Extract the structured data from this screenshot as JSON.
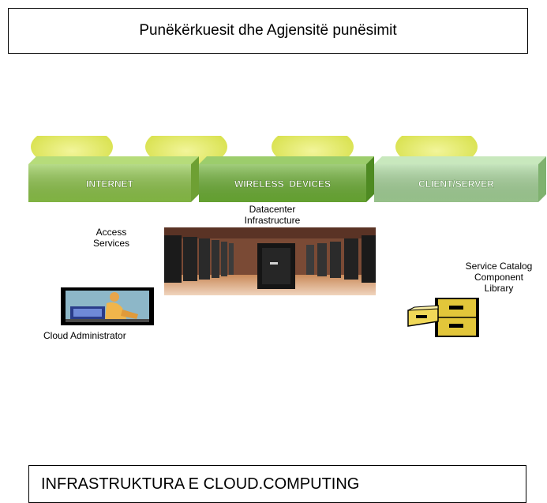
{
  "header": {
    "title": "Punëkërkuesit dhe Agjensitë punësimit"
  },
  "diagram": {
    "tabs": [
      {
        "label": "INTERNET",
        "color": "#8fc74a"
      },
      {
        "label": "WIRELESS  DEVICES",
        "color": "#6fb236"
      },
      {
        "label": "CLIENT/SERVER",
        "color": "#a7d69a"
      }
    ],
    "labels": {
      "access_services": "Access\nServices",
      "datacenter": "Datacenter\nInfrastructure",
      "cloud_admin": "Cloud Administrator",
      "service_catalog": "Service Catalog\nComponent\nLibrary"
    }
  },
  "footer": {
    "title": "INFRASTRUKTURA E CLOUD.COMPUTING"
  }
}
